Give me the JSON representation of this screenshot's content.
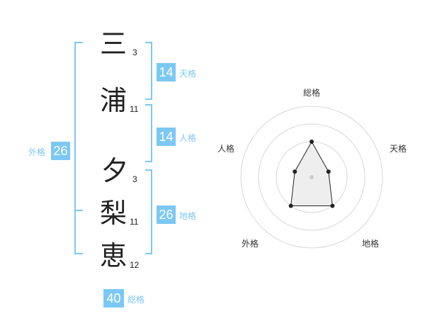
{
  "name": {
    "characters": [
      {
        "char": "三",
        "strokes": "3"
      },
      {
        "char": "浦",
        "strokes": "11"
      },
      {
        "char": "夕",
        "strokes": "3"
      },
      {
        "char": "梨",
        "strokes": "11"
      },
      {
        "char": "恵",
        "strokes": "12"
      }
    ]
  },
  "fortune": {
    "tenkaku": {
      "value": "14",
      "label": "天格"
    },
    "jinkaku": {
      "value": "14",
      "label": "人格"
    },
    "chikaku": {
      "value": "26",
      "label": "地格"
    },
    "gaikaku": {
      "value": "26",
      "label": "外格"
    },
    "soukaku": {
      "value": "40",
      "label": "総格"
    }
  },
  "radar": {
    "labels": {
      "soukaku": "総格",
      "tenkaku": "天格",
      "chikaku": "地格",
      "gaikaku": "外格",
      "jinkaku": "人格"
    },
    "levels": 4,
    "scores": {
      "soukaku": 2,
      "tenkaku": 1,
      "chikaku": 2,
      "gaikaku": 2,
      "jinkaku": 1
    }
  },
  "colors": {
    "accent": "#7cc8f4",
    "text": "#222222",
    "ring": "#d8d8d8",
    "polygon_fill": "#eeeeee",
    "polygon_stroke": "#222222",
    "center_dot": "#cccccc"
  }
}
